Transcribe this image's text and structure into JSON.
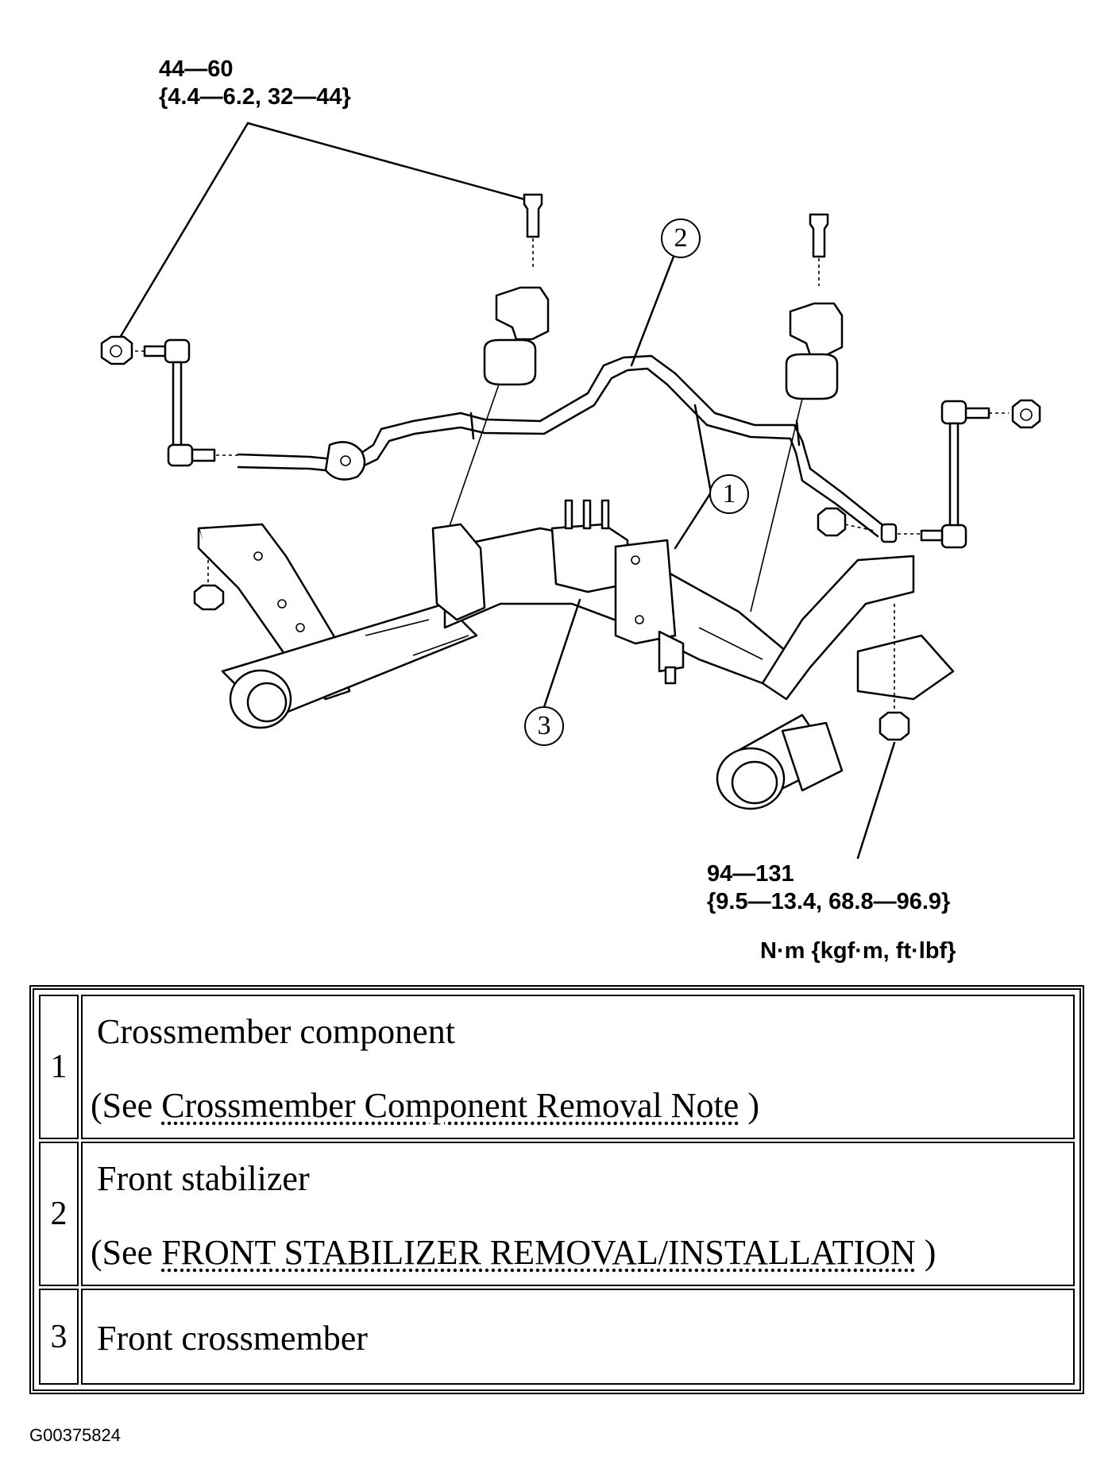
{
  "torque_specs": {
    "upper": {
      "value": "44—60",
      "converted": "{4.4—6.2, 32—44}"
    },
    "lower": {
      "value": "94—131",
      "converted": "{9.5—13.4, 68.8—96.9}"
    },
    "units": "N·m {kgf·m, ft·lbf}"
  },
  "callouts": [
    "1",
    "2",
    "3"
  ],
  "legend": {
    "rows": [
      {
        "num": "1",
        "name": "Crossmember component",
        "see_prefix": "(See ",
        "link": "Crossmember Component Removal Note",
        "see_suffix": " )"
      },
      {
        "num": "2",
        "name": "Front stabilizer",
        "see_prefix": "(See ",
        "link": "FRONT STABILIZER REMOVAL/INSTALLATION",
        "see_suffix": " )"
      },
      {
        "num": "3",
        "name": "Front crossmember"
      }
    ]
  },
  "figure_id": "G00375824"
}
